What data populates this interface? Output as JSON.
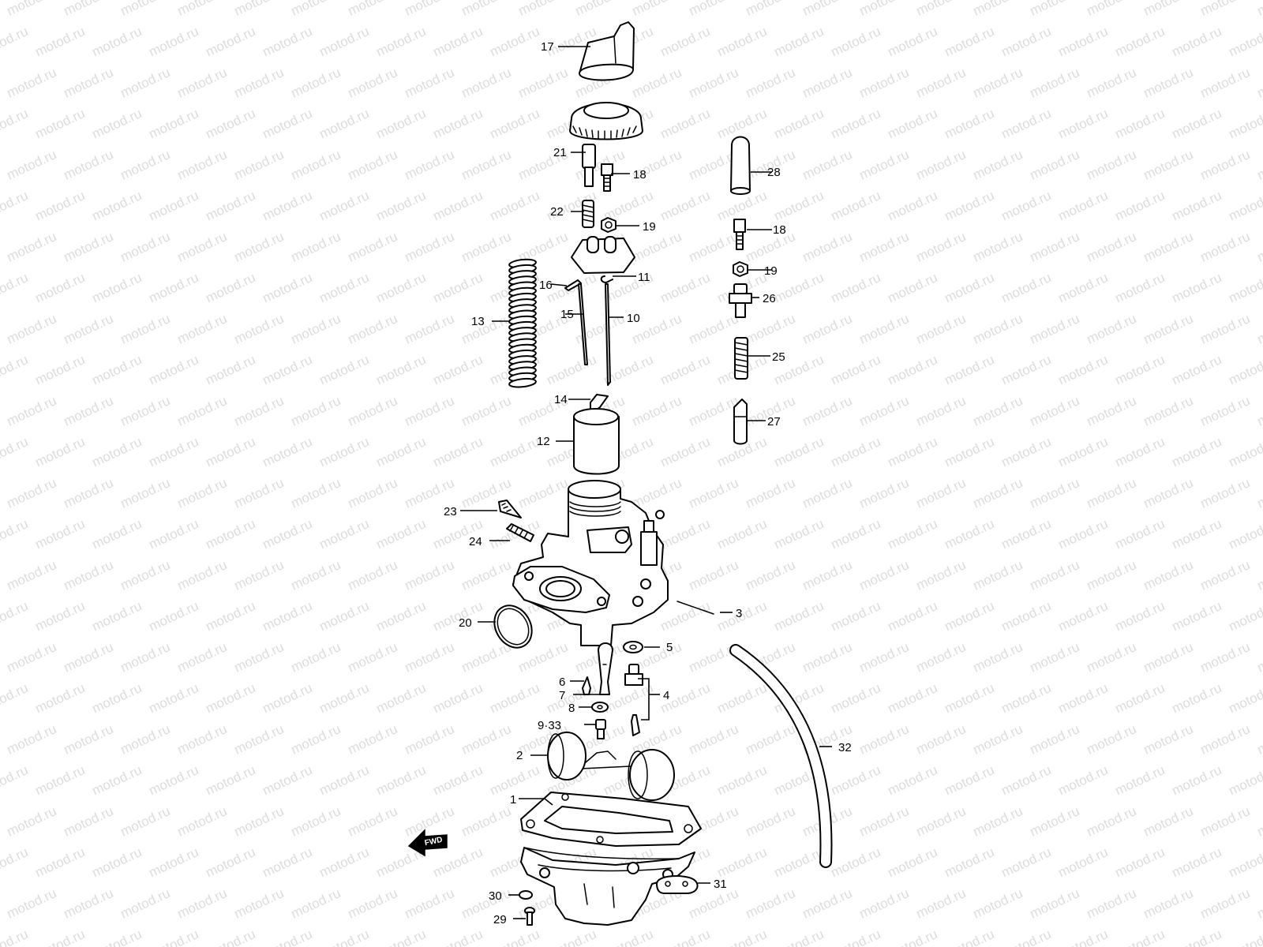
{
  "watermark": {
    "text": "motod.ru"
  },
  "diagram": {
    "direction_label": "FWD",
    "callouts": {
      "c1": "1",
      "c2": "2",
      "c3": "3",
      "c4": "4",
      "c5": "5",
      "c6": "6",
      "c7": "7",
      "c8": "8",
      "c9_33": "9·33",
      "c10": "10",
      "c11": "11",
      "c12": "12",
      "c13": "13",
      "c14": "14",
      "c15": "15",
      "c16": "16",
      "c17": "17",
      "c18a": "18",
      "c18b": "18",
      "c19a": "19",
      "c19b": "19",
      "c20": "20",
      "c21": "21",
      "c22": "22",
      "c23": "23",
      "c24": "24",
      "c25": "25",
      "c26": "26",
      "c27": "27",
      "c28": "28",
      "c29": "29",
      "c30": "30",
      "c31": "31",
      "c32": "32"
    }
  }
}
